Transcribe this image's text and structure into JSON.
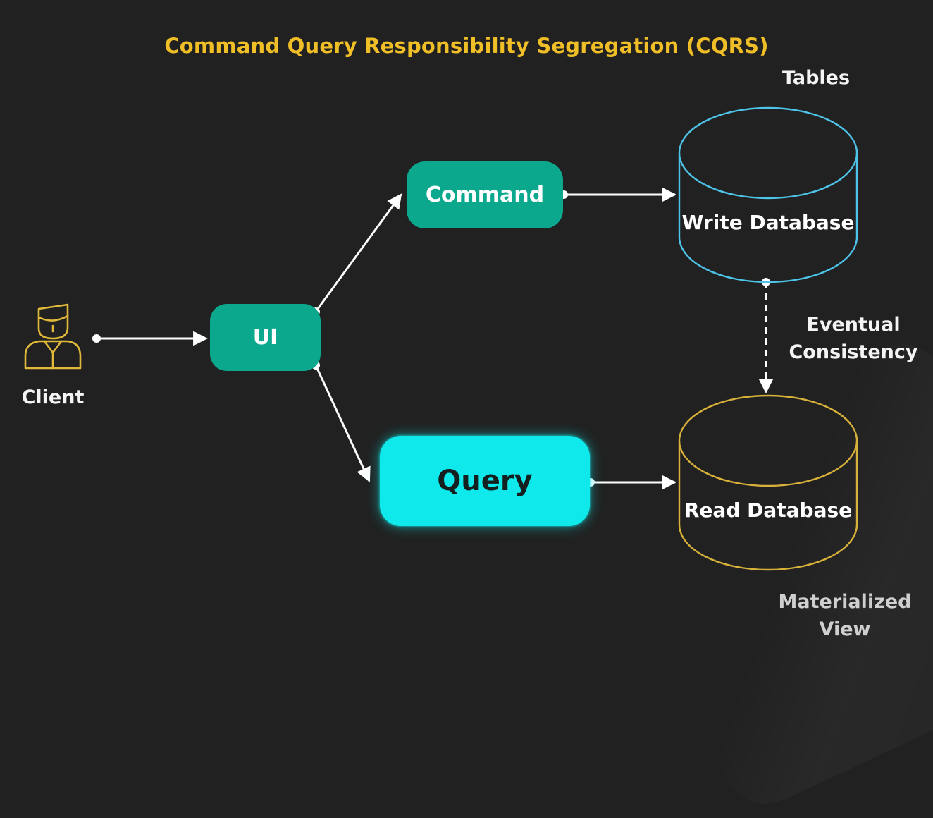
{
  "title": "Command Query Responsibility Segregation (CQRS)",
  "nodes": {
    "client": "Client",
    "ui": "UI",
    "command": "Command",
    "query": "Query",
    "write_db": "Write Database",
    "read_db": "Read Database"
  },
  "annotations": {
    "tables": "Tables",
    "eventual_line1": "Eventual",
    "eventual_line2": "Consistency",
    "materialized_line1": "Materialized",
    "materialized_line2": "View"
  },
  "colors": {
    "title": "#f0bf27",
    "client_icon": "#e1b93a",
    "ui_command_box": "#0ba88e",
    "query_box": "#10e9ec",
    "write_db_outline": "#4ec4ea",
    "read_db_outline": "#d8b13a",
    "arrows": "#ffffff"
  },
  "icons": {
    "client": "person-icon"
  }
}
